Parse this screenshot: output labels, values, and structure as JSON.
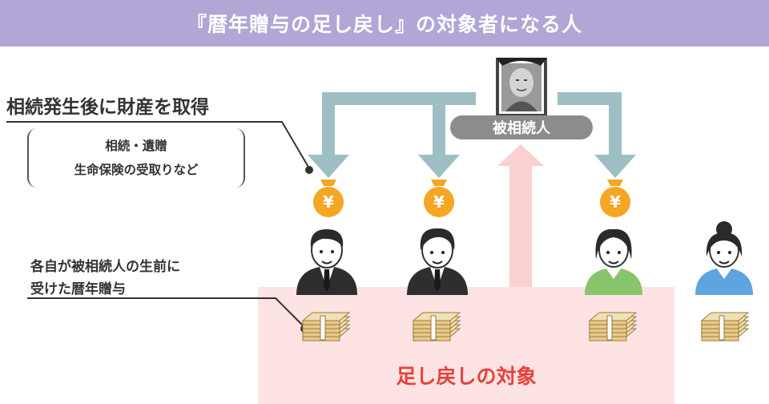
{
  "header": {
    "title": "『暦年贈与の足し戻し』の対象者になる人"
  },
  "acquisition": {
    "heading": "相続発生後に財産を取得",
    "note_line1": "相続・遺贈",
    "note_line2": "生命保険の受取りなど"
  },
  "lifetime_gift": {
    "line1": "各自が被相続人の生前に",
    "line2": "受けた暦年贈与"
  },
  "decedent": {
    "label": "被相続人"
  },
  "money_bag": {
    "symbol": "¥"
  },
  "target_area": {
    "label": "足し戻しの対象"
  },
  "colors": {
    "banner": "#b1a6d6",
    "arrow": "#9dbfc3",
    "target_area": "#fde3e3",
    "target_text": "#e8403a",
    "coin": "#f5a623"
  }
}
